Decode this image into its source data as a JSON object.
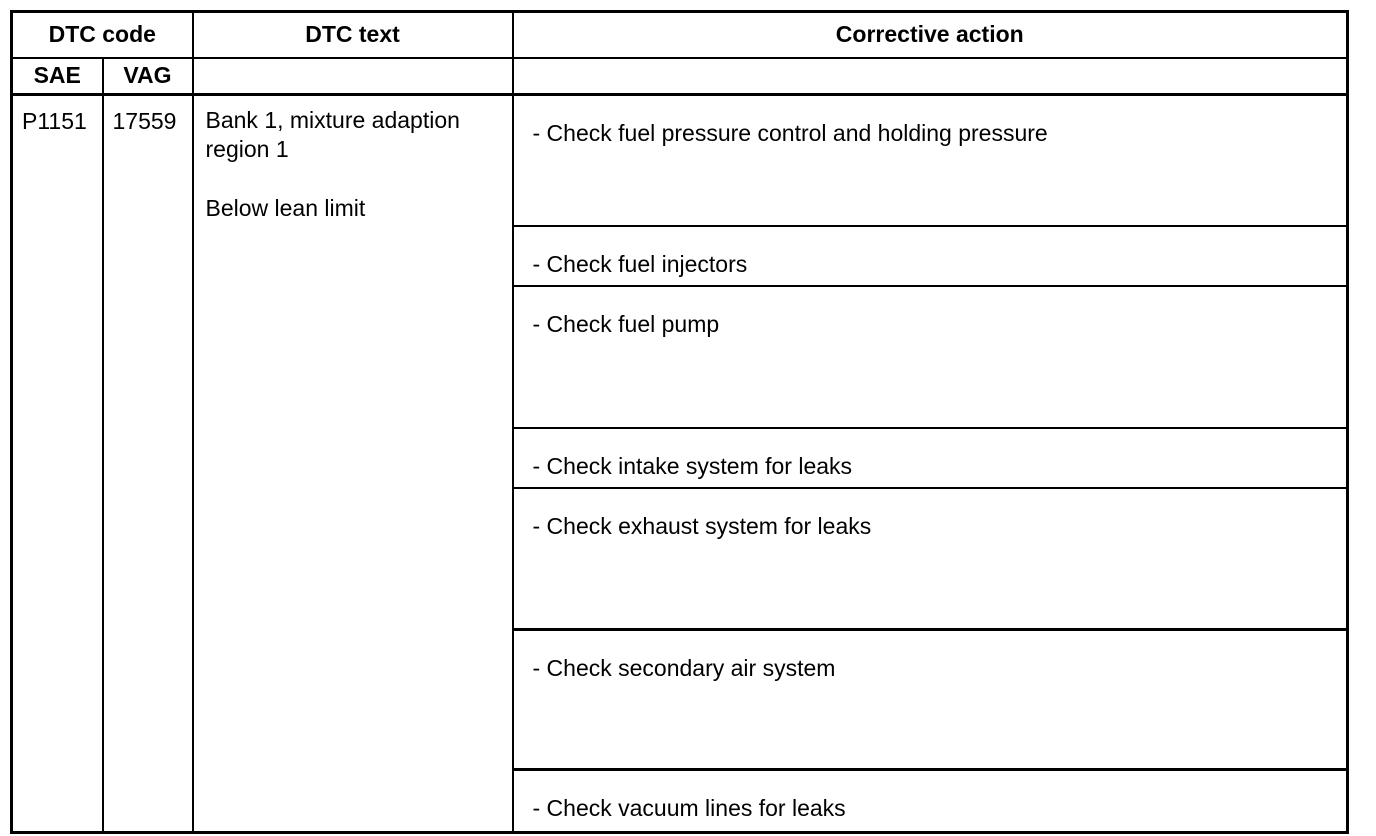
{
  "colors": {
    "border": "#000000",
    "text": "#000000",
    "background": "#ffffff"
  },
  "document": {
    "table": {
      "header": {
        "dtc_code": "DTC code",
        "dtc_text": "DTC text",
        "corrective_action": "Corrective action",
        "sae": "SAE",
        "vag": "VAG"
      },
      "row": {
        "sae_code": "P1151",
        "vag_code": "17559",
        "dtc_text_line1": "Bank 1, mixture adaption region 1",
        "dtc_text_line2": "Below lean limit",
        "actions": [
          {
            "text": "- Check fuel pressure control and holding pressure"
          },
          {
            "text": "- Check fuel injectors"
          },
          {
            "text": "- Check fuel pump"
          },
          {
            "text": "- Check intake system for leaks"
          },
          {
            "text": "- Check exhaust system for leaks"
          },
          {
            "text": "- Check secondary air system"
          },
          {
            "text": "- Check vacuum lines for leaks"
          }
        ]
      }
    }
  }
}
